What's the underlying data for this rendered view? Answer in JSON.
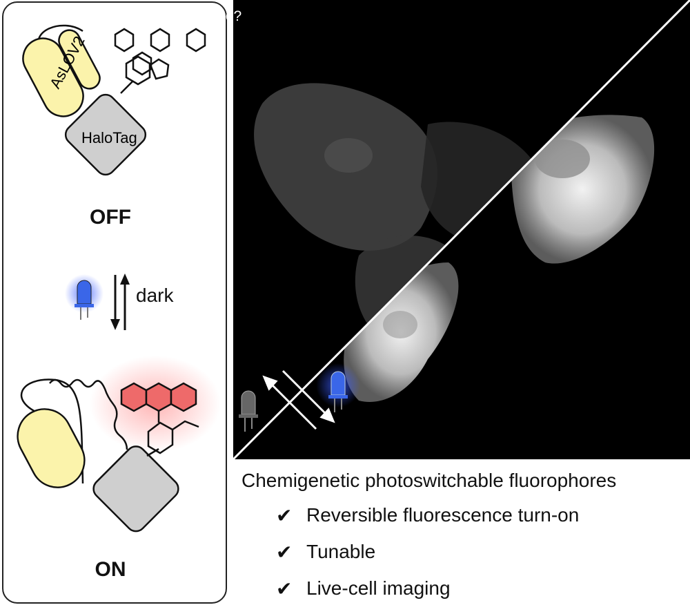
{
  "left": {
    "off_label": "OFF",
    "on_label": "ON",
    "domain_label": "AsLOV2",
    "protein_label": "HaloTag",
    "reversion_label": "dark"
  },
  "micrograph": {
    "title": "Can you switch on the light, please?"
  },
  "caption": {
    "title": "Chemigenetic photoswitchable fluorophores",
    "features": [
      "Reversible fluorescence turn-on",
      "Tunable",
      "Live-cell imaging"
    ],
    "check_glyph": "✔"
  },
  "colors": {
    "aslov_fill": "#fbf3ab",
    "halotag_fill": "#cfcfcf",
    "fluorophore_on": "#ee6a6a",
    "led_blue": "#3a66e8",
    "led_gray": "#666666"
  }
}
